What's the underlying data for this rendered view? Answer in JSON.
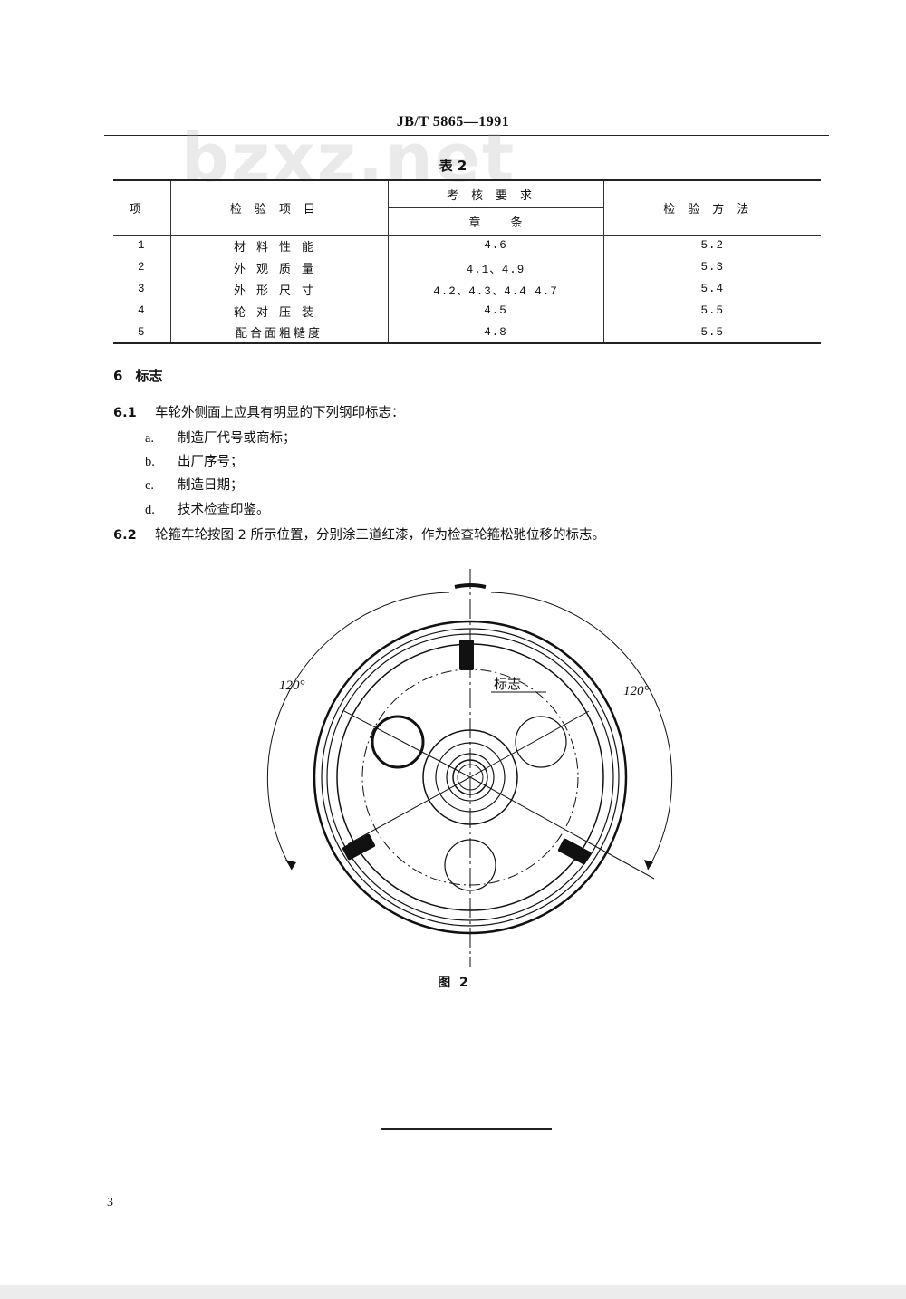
{
  "header": {
    "standard_code": "JB/T  5865—1991"
  },
  "watermark": "bzxz.net",
  "table": {
    "caption": "表 2",
    "headers": {
      "item": "项",
      "inspection_item": "检验项目",
      "requirement": "考核要求",
      "chapter_clause": "章        条",
      "method": "检验方法"
    },
    "rows": [
      {
        "no": "1",
        "name": "材料性能",
        "clause": "4.6",
        "method": "5.2"
      },
      {
        "no": "2",
        "name": "外观质量",
        "clause": "4.1、4.9",
        "method": "5.3"
      },
      {
        "no": "3",
        "name": "外形尺寸",
        "clause": "4.2、4.3、4.4 4.7",
        "method": "5.4"
      },
      {
        "no": "4",
        "name": "轮对压装",
        "clause": "4.5",
        "method": "5.5"
      },
      {
        "no": "5",
        "name": "配合面粗糙度",
        "clause": "4.8",
        "method": "5.5"
      }
    ]
  },
  "section6": {
    "number": "6",
    "title": "标志",
    "clause_6_1": {
      "number": "6.1",
      "text": "车轮外侧面上应具有明显的下列钢印标志："
    },
    "items": [
      {
        "mark": "a.",
        "text": "制造厂代号或商标；"
      },
      {
        "mark": "b.",
        "text": "出厂序号；"
      },
      {
        "mark": "c.",
        "text": "制造日期；"
      },
      {
        "mark": "d.",
        "text": "技术检查印鉴。"
      }
    ],
    "clause_6_2": {
      "number": "6.2",
      "text": "轮箍车轮按图 2 所示位置，分别涂三道红漆，作为检查轮箍松驰位移的标志。"
    }
  },
  "figure": {
    "angle_left": "120°",
    "angle_right": "120°",
    "marker_label": "标志",
    "caption": "图  2"
  },
  "page_number": "3"
}
